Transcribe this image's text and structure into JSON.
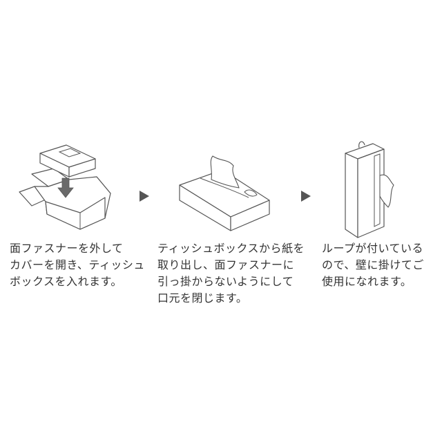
{
  "steps": [
    {
      "lines": [
        "面ファスナーを外して",
        "カバーを開き、ティッシュ",
        "ボックスを入れます。"
      ]
    },
    {
      "lines": [
        "ティッシュボックスから紙を",
        "取り出し、面ファスナーに",
        "引っ掛からないようにして",
        "口元を閉じます。"
      ]
    },
    {
      "lines": [
        "ループが付いている",
        "ので、壁に掛けてご",
        "使用になれます。"
      ]
    }
  ],
  "colors": {
    "line": "#555555",
    "arrow": "#555555",
    "fill": "#ffffff",
    "dark": "#6a6a6a"
  }
}
